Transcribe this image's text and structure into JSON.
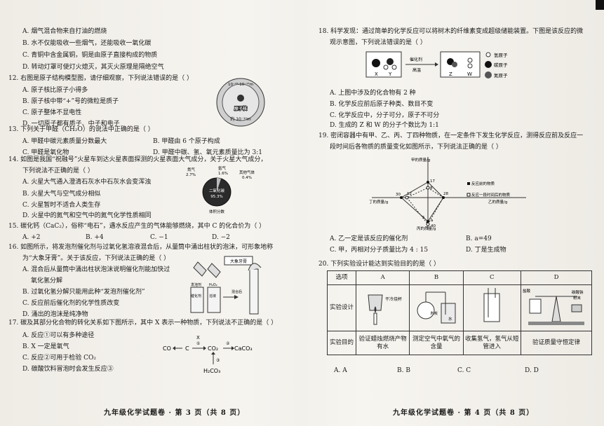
{
  "left": {
    "q11": [
      "A. 烟气混合物来自打油的燃烧",
      "B. 水不仅能吸收一些烟气，还能吸收一氧化碳",
      "C. 青铜中含金属铜，铜是由原子直接构成的物质",
      "D. 转动灯罩可使灯火熄灭，其灭火原理是隔绝空气"
    ],
    "q12": {
      "stem": "12. 右图是原子结构模型图，请仔细观察，下列说法错误的是（      ）",
      "options": [
        "A. 原子核比原子小得多",
        "B. 原子核中带“+”号的微粒是质子",
        "C. 原子整体不显电性",
        "D. 一切原子都有质子、中子和电子"
      ],
      "fig": {
        "top": "10⁻¹⁵-10⁻¹⁴m",
        "label": "原子核",
        "bottom": "约 10⁻¹⁰m"
      }
    },
    "q13": {
      "stem": "13. 下列关于甲醛（CH₂O）的说法中正确的是（      ）",
      "options": [
        "A. 甲醛中碳元素质量分数最大",
        "B. 甲醛由 6 个原子构成",
        "C. 甲醛是氧化物",
        "D. 甲醛中碳、氢、氧元素质量比为 3:1"
      ]
    },
    "q14": {
      "stem1": "14. 如图是我国“祝融号”火星车到达火星表面探测的火星表面大气成分，关于火星大气成分，",
      "stem2": "下列说法不正确的是（      ）",
      "options": [
        "A. 火星大气通入澄清石灰水中石灰水会变浑浊",
        "B. 火星大气与空气成分相似",
        "C. 火星暂时不适合人类生存",
        "D. 火星中的氮气和空气中的氮气化学性质相同"
      ],
      "pie": {
        "n2": "氮气",
        "n2v": "2.7%",
        "ar": "氩气",
        "arv": "1.6%",
        "other": "其他气体",
        "otherv": "0.4%",
        "co2": "二氧化碳",
        "co2v": "95.3%",
        "caption": "体积分数"
      }
    },
    "q15": {
      "stem": "15. 碳化钙（CaC₂），俗称“电石”，遇水反应产生的气体能够燃烧，其中 C 的化合价为（      ）",
      "options": [
        "A.  +2",
        "B.  +4",
        "C.  −1",
        "D.  −2"
      ]
    },
    "q16": {
      "stem1": "16. 如图所示，将发泡剂催化剂与过氧化氢溶液混合后，从量筒中涌出柱状的泡沫，可形象地称",
      "stem2": "为“大象牙膏”。关于该反应，下列说法正确的是（      ）",
      "options": [
        "A. 混合后从量筒中涌出柱状泡沫说明催化剂能加快过",
        "氧化氢分解",
        "B. 过氧化氢分解只能用此种“发泡剂催化剂”",
        "C. 反应前后催化剂的化学性质改变",
        "D. 涌出的泡沫是纯净物"
      ],
      "fig": {
        "toothpaste": "大象牙膏",
        "catalyst1": "发泡剂",
        "catalyst2": "催化剂",
        "h2o2a": "H₂O₂",
        "h2o2b": "溶液",
        "mix": "混合后"
      }
    },
    "q17": {
      "stem": "17. 碳及其部分化合物的转化关系如下图所示，其中 X 表示一种物质，下列说法不正确的是（      ）",
      "options": [
        "A. 反应①可以有多种途径",
        "B. X 一定是氧气",
        "C. 反应②可用于检验 CO₂",
        "D. 碳酸饮料冒泡时会发生反应③"
      ],
      "diagram": {
        "co": "CO",
        "c": "C",
        "co2": "CO₂",
        "caco3": "CaCO₃",
        "x": "X",
        "h2co3": "H₂CO₃",
        "r1": "①",
        "r2": "②",
        "r3": "③"
      }
    },
    "footer": "九年级化学试题卷 · 第 3 页（共 8 页）"
  },
  "right": {
    "q18": {
      "stem1": "18. 科学发现：通过简单的化学反应可以将树木的纤维素变成超级储能装置。下图是该反应的微",
      "stem2": "观示意图，下列说法错误的是（      ）",
      "diagram": {
        "X": "X",
        "Y": "Y",
        "Z": "Z",
        "W": "W",
        "cat": "催化剂",
        "heat": "高温",
        "h": "氢原子",
        "c": "碳原子",
        "n": "氮原子"
      },
      "options": [
        "A. 上图中涉及的化合物有 2 种",
        "B. 化学反应前后原子种类、数目不变",
        "C. 化学反应中，分子可分，原子不可分",
        "D. 生成的 Z 和 W 的分子个数比为 1:1"
      ]
    },
    "q19": {
      "stem1": "19. 密闭容器中有甲、乙、丙、丁四种物质，在一定条件下发生化学反应，测得反应前及反应一",
      "stem2": "段时间后各物质的质量变化如图所示，下列说法正确的是（      ）",
      "chart": {
        "ylab": "甲的质量/g",
        "xlabr": "乙的质量/g",
        "xlabl": "丁的质量/g",
        "ylabb": "丙的质量/g",
        "l1": "反应前的物质",
        "l2": "反应一段时间后的物质",
        "v17": "17",
        "v8": "8",
        "v28": "28",
        "v30": "30",
        "v12": "12",
        "va": "a",
        "v5": "5",
        "v40": "40"
      },
      "options": [
        "A. 乙一定是该反应的催化剂",
        "B.  a=49",
        "C. 甲，丙相对分子质量比为 4 : 15",
        "D. 丁是生成物"
      ]
    },
    "q20": {
      "stem": "20. 下列实验设计能达到实验目的的是（      ）",
      "headers": [
        "选项",
        "A",
        "B",
        "C",
        "D"
      ],
      "row1": "实验设计",
      "row2": "实验目的",
      "labels": {
        "a": "干冷烧杯",
        "b1": "木炭",
        "b2": "水",
        "d1": "盐酸",
        "d2": "碳酸钠",
        "d3": "粉末"
      },
      "purposes": [
        "验证蜡烛燃烧产物有水",
        "测定空气中氧气的含量",
        "收集氢气，氢气从短管进入",
        "验证质量守恒定律"
      ],
      "answers": [
        "A. A",
        "B. B",
        "C. C",
        "D. D"
      ]
    },
    "footer": "九年级化学试题卷 · 第 4 页（共 8 页）"
  }
}
